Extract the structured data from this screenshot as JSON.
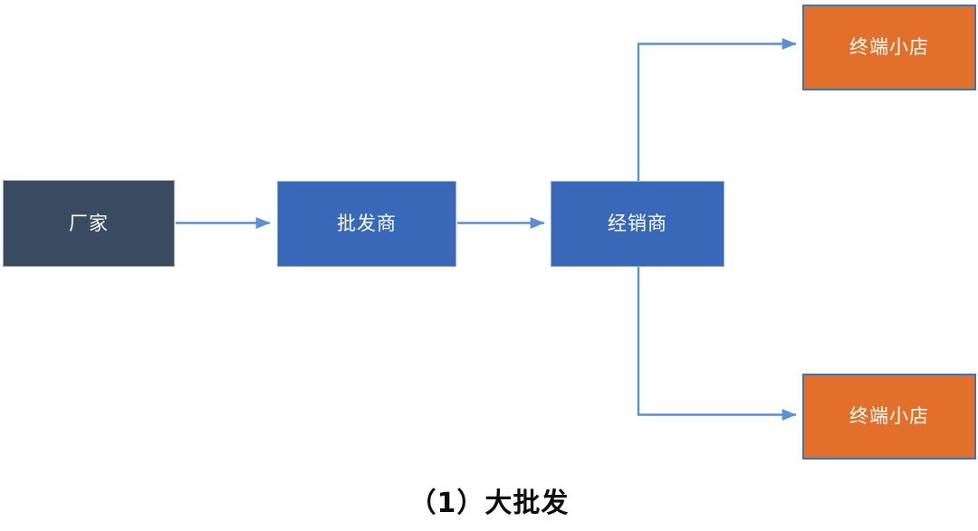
{
  "diagram": {
    "caption": "（1）大批发",
    "colors": {
      "manufacturer_fill": "#3A4A61",
      "channel_fill": "#3A68B8",
      "retail_fill": "#E2702A",
      "connector": "#5B8FD4",
      "node_border": "#8FAADC",
      "retail_border": "#4A6FA8",
      "node_text": "#FFFFFF",
      "caption_text": "#0D0D0D",
      "background": "#FFFFFF"
    },
    "nodes": [
      {
        "id": "manufacturer",
        "label": "厂家"
      },
      {
        "id": "wholesaler",
        "label": "批发商"
      },
      {
        "id": "distributor",
        "label": "经销商"
      },
      {
        "id": "shop_top",
        "label": "终端小店"
      },
      {
        "id": "shop_bottom",
        "label": "终端小店"
      }
    ],
    "edges": [
      {
        "from": "manufacturer",
        "to": "wholesaler",
        "style": "straight-arrow"
      },
      {
        "from": "wholesaler",
        "to": "distributor",
        "style": "straight-arrow"
      },
      {
        "from": "distributor",
        "to": "shop_top",
        "style": "elbow-up-arrow"
      },
      {
        "from": "distributor",
        "to": "shop_bottom",
        "style": "elbow-down-arrow"
      }
    ]
  }
}
